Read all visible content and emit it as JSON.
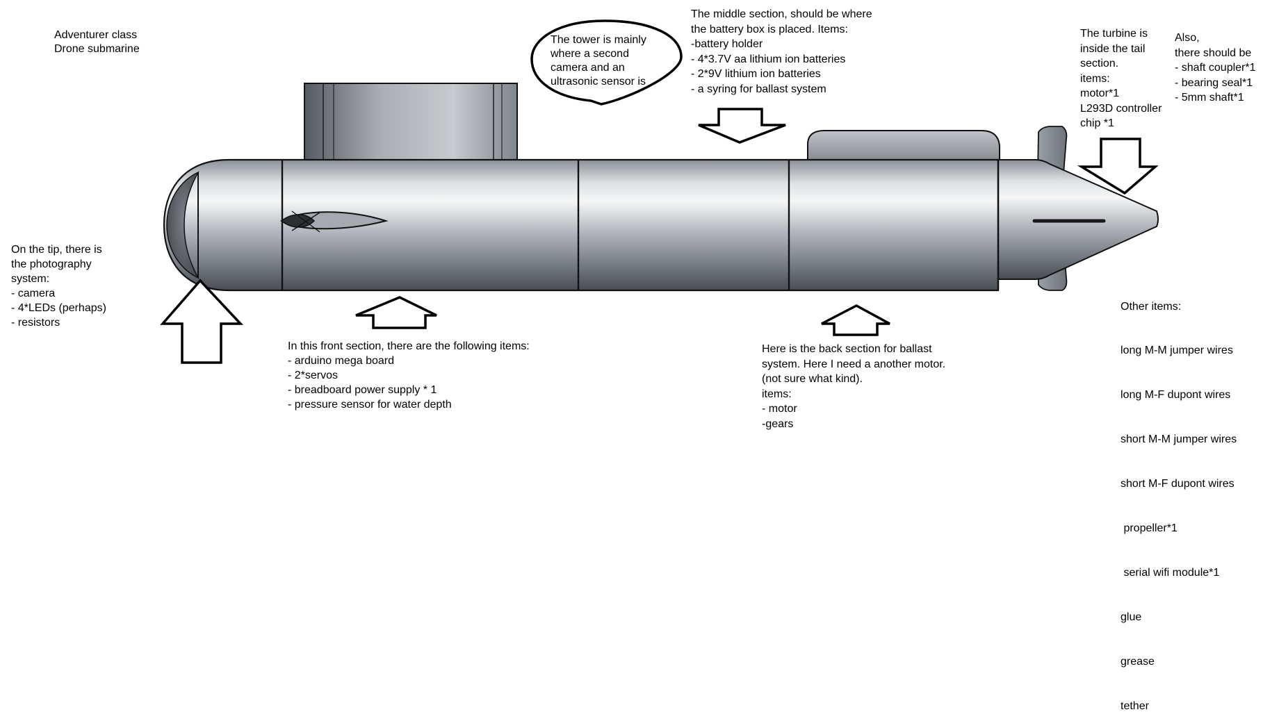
{
  "title": [
    "Adventurer class",
    "Drone submarine"
  ],
  "colors": {
    "hull_light": "#f2f4f6",
    "hull_mid": "#b4b9bf",
    "hull_dark": "#4e545b",
    "outline": "#111111",
    "background": "#ffffff"
  },
  "notes": {
    "tip": [
      "On the tip, there is",
      "the photography",
      "system:",
      "- camera",
      "- 4*LEDs (perhaps)",
      "- resistors"
    ],
    "front": [
      "In this front section, there are the following items:",
      "- arduino mega board",
      "- 2*servos",
      "- breadboard power supply * 1",
      "- pressure sensor for water depth"
    ],
    "tower": [
      "The tower is mainly",
      "where a second",
      "camera and an",
      "ultrasonic sensor is"
    ],
    "middle": [
      "The middle section, should be where",
      "the battery box is placed. Items:",
      "-battery holder",
      "- 4*3.7V aa lithium ion batteries",
      "- 2*9V lithium ion batteries",
      "- a syring for ballast system"
    ],
    "back": [
      "Here is the back section for ballast",
      "system. Here I need a another motor.",
      "(not sure what kind).",
      "items:",
      "- motor",
      "-gears"
    ],
    "turbine": [
      "The turbine is",
      "inside the tail",
      "section.",
      "items:",
      "motor*1",
      "L293D controller",
      "chip *1"
    ],
    "also": [
      "Also,",
      "there should be",
      "- shaft coupler*1",
      "- bearing seal*1",
      "- 5mm shaft*1"
    ],
    "other": [
      "Other items:",
      "long M-M jumper wires",
      "long M-F dupont wires",
      "short M-M jumper wires",
      "short M-F dupont wires",
      " propeller*1",
      " serial wifi module*1",
      "glue",
      "grease",
      "tether"
    ]
  }
}
